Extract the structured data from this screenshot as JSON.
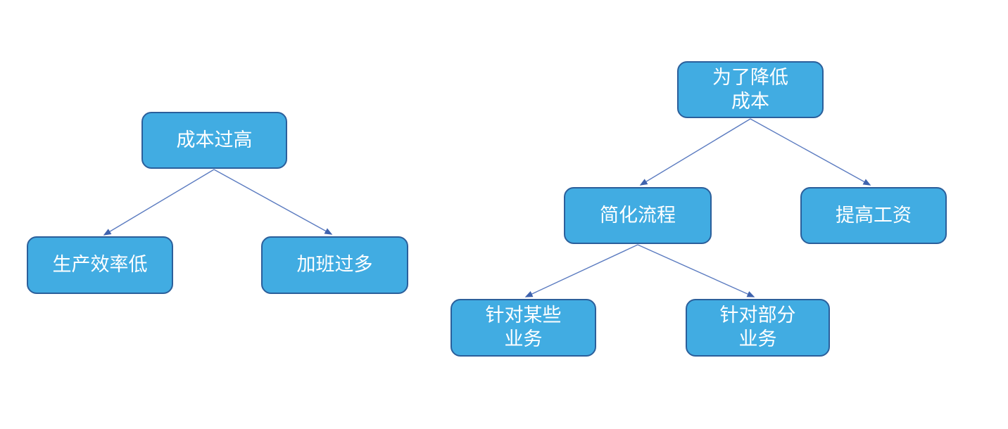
{
  "diagram": {
    "description": "Two top-down tree diagrams with rounded blue boxes connected by thin arrows",
    "colors": {
      "box_fill": "#41ACE2",
      "box_border": "#2B5F9B",
      "connector": "#5B7BC0",
      "arrowhead": "#3F63AE",
      "text": "#FFFFFF",
      "background": "#FFFFFF"
    },
    "nodes": [
      {
        "id": "cost-too-high",
        "label": "成本过高"
      },
      {
        "id": "low-prod-efficiency",
        "label": "生产效率低"
      },
      {
        "id": "too-much-overtime",
        "label": "加班过多"
      },
      {
        "id": "to-reduce-cost",
        "label": "为了降低\n成本"
      },
      {
        "id": "simplify-process",
        "label": "简化流程"
      },
      {
        "id": "raise-wages",
        "label": "提高工资"
      },
      {
        "id": "target-certain-biz",
        "label": "针对某些\n业务"
      },
      {
        "id": "target-partial-biz",
        "label": "针对部分\n业务"
      }
    ],
    "edges": [
      {
        "from": "成本过高",
        "to": "生产效率低"
      },
      {
        "from": "成本过高",
        "to": "加班过多"
      },
      {
        "from": "为了降低成本",
        "to": "简化流程"
      },
      {
        "from": "为了降低成本",
        "to": "提高工资"
      },
      {
        "from": "简化流程",
        "to": "针对某些业务"
      },
      {
        "from": "简化流程",
        "to": "针对部分业务"
      }
    ]
  }
}
